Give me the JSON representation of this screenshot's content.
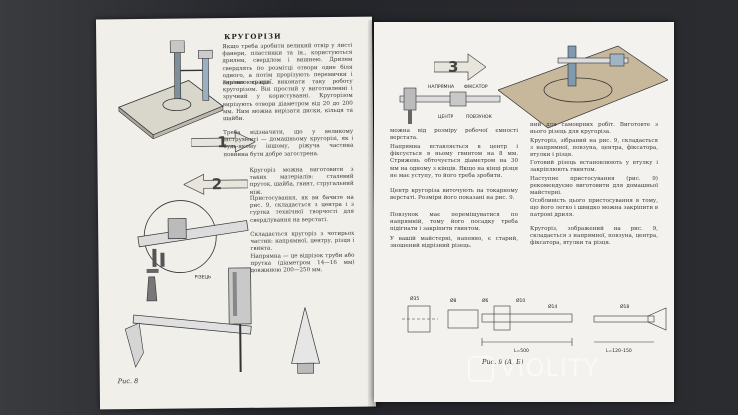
{
  "left_page": {
    "heading": "КРУГОРІЗИ",
    "paragraphs": [
      "Якщо треба зробити великий отвір у листі фанери, пластинки та ін., користуються дрилем, свердлом і вишнею. Дрилем свердлять по розмітці отвори одне біля одного, а потім прорізують перемички і вирівнюють краї.",
      "Значно краще виконати таку роботу кругорізом. Він простий у виготовленні і зручний у користуванні. Кругорізом вирізують отвори діаметром від 20 до 200 мм. Ним можна вирізати диски, кільця та шайби.",
      "Треба відзначити, що у великому інструменті — домашньому кругорізі, як і будь-якому іншому, ріжуча частина повинна бути добре загострена.",
      "Кругоріз можна виготовити з таких матеріалів: сталевий пруток, шайба, гвинт, стругальний ніж.",
      "Пристосування, як ви бачите на рис. 9, складається з центра і з гуртка технічної творчості для свердлування на верстаті.",
      "Складається кругоріз з чотирьох частин: напрямної, центру, різця і гвинта.",
      "Напрямна — це відрізок труби або прутка (діаметром 14—16 мм) довжиною 200—250 мм."
    ],
    "step_labels": [
      "1",
      "2"
    ],
    "labels": {
      "rizets": "РІЗЕЦЬ"
    },
    "figure_caption": "Рис. 8"
  },
  "right_page": {
    "paragraphs_left": [
      "можна від розміру робочої ємності верстата.",
      "Напрямна вставляється в центр і фіксується в ньому гвинтом на 8 мм. Стрижень обточується діаметром на 30 мм на одному з кінців. Якщо на кінці різця не має уступу, то його треба зробити.",
      "Центр кругоріза виточують на токарному верстаті. Розміри його показані на рис. 9.",
      "Повзунок має переміщуватися по напрямній, тому його посадку треба підігнати і закріпити гвинтом.",
      "У вашій майстерні, напевно, є старий, зношений відрізний різець."
    ],
    "paragraphs_right": [
      "ний для самоврних робіт. Виготовте з нього різець для кругоріза.",
      "Кругоріз, зібраний на рис. 9, складається з напрямної, повзуна, центра, фіксатора, втулки і різця.",
      "Готовий різець встановлюють у втулку і закріплюють гвинтом.",
      "Наступне пристосування (рис. 9) рекомендуємо виготовити для домашньої майстерні.",
      "Особливість цього пристосування в тому, що його легко і швидко можна закріпити в патроні дриля.",
      "Кругоріз, зображений на рис. 9, складається з напрямної, повзуна, центра, фіксатора, втулки та різця."
    ],
    "step_label": "3",
    "fig_labels": {
      "napryamna": "НАПРЯМНА",
      "fiksator": "ФІКСАТОР",
      "tsentr": "ЦЕНТР",
      "povzunok": "ПОВЗУНОК"
    },
    "dimensions": [
      "Ø35",
      "Ø8",
      "Ø6",
      "Ø10",
      "Ø14",
      "L=500",
      "L=120–150",
      "Ø18"
    ],
    "figure_caption": "Рис. 9 (А, Б)"
  },
  "watermark": {
    "text": "VIOLITY"
  }
}
